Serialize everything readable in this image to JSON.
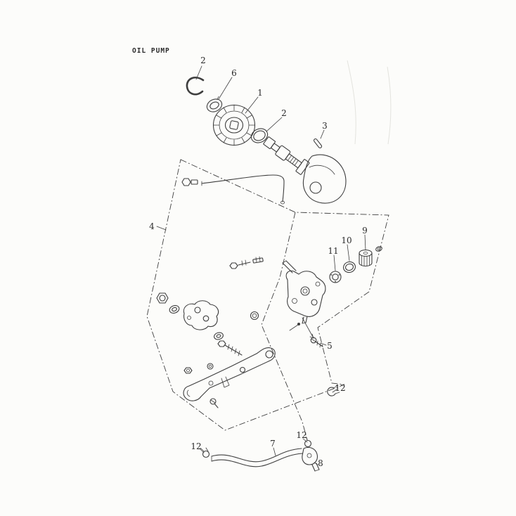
{
  "diagram": {
    "title": "OIL PUMP",
    "colors": {
      "background": "#fcfcfa",
      "line": "#3e3e3e",
      "label": "#2b2b2b"
    },
    "callouts": [
      {
        "label": "2"
      },
      {
        "label": "6"
      },
      {
        "label": "1"
      },
      {
        "label": "2"
      },
      {
        "label": "3"
      },
      {
        "label": "4"
      },
      {
        "label": "9"
      },
      {
        "label": "10"
      },
      {
        "label": "11"
      },
      {
        "label": "5"
      },
      {
        "label": "12"
      },
      {
        "label": "12"
      },
      {
        "label": "7"
      },
      {
        "label": "12"
      },
      {
        "label": "8"
      }
    ]
  }
}
